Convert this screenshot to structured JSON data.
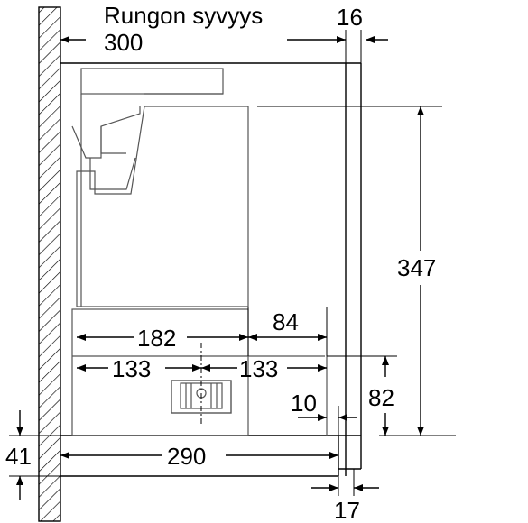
{
  "diagram": {
    "title_line1": "Rungon syvyys",
    "title_line2": "300",
    "dimensions": {
      "front_panel_depth": "16",
      "height_total": "347",
      "inner_width_182": "182",
      "front_gap_84": "84",
      "half_left": "133",
      "half_right": "133",
      "side_height_82": "82",
      "offset_10": "10",
      "bottom_width": "290",
      "base_height": "41",
      "front_bottom": "17"
    }
  }
}
